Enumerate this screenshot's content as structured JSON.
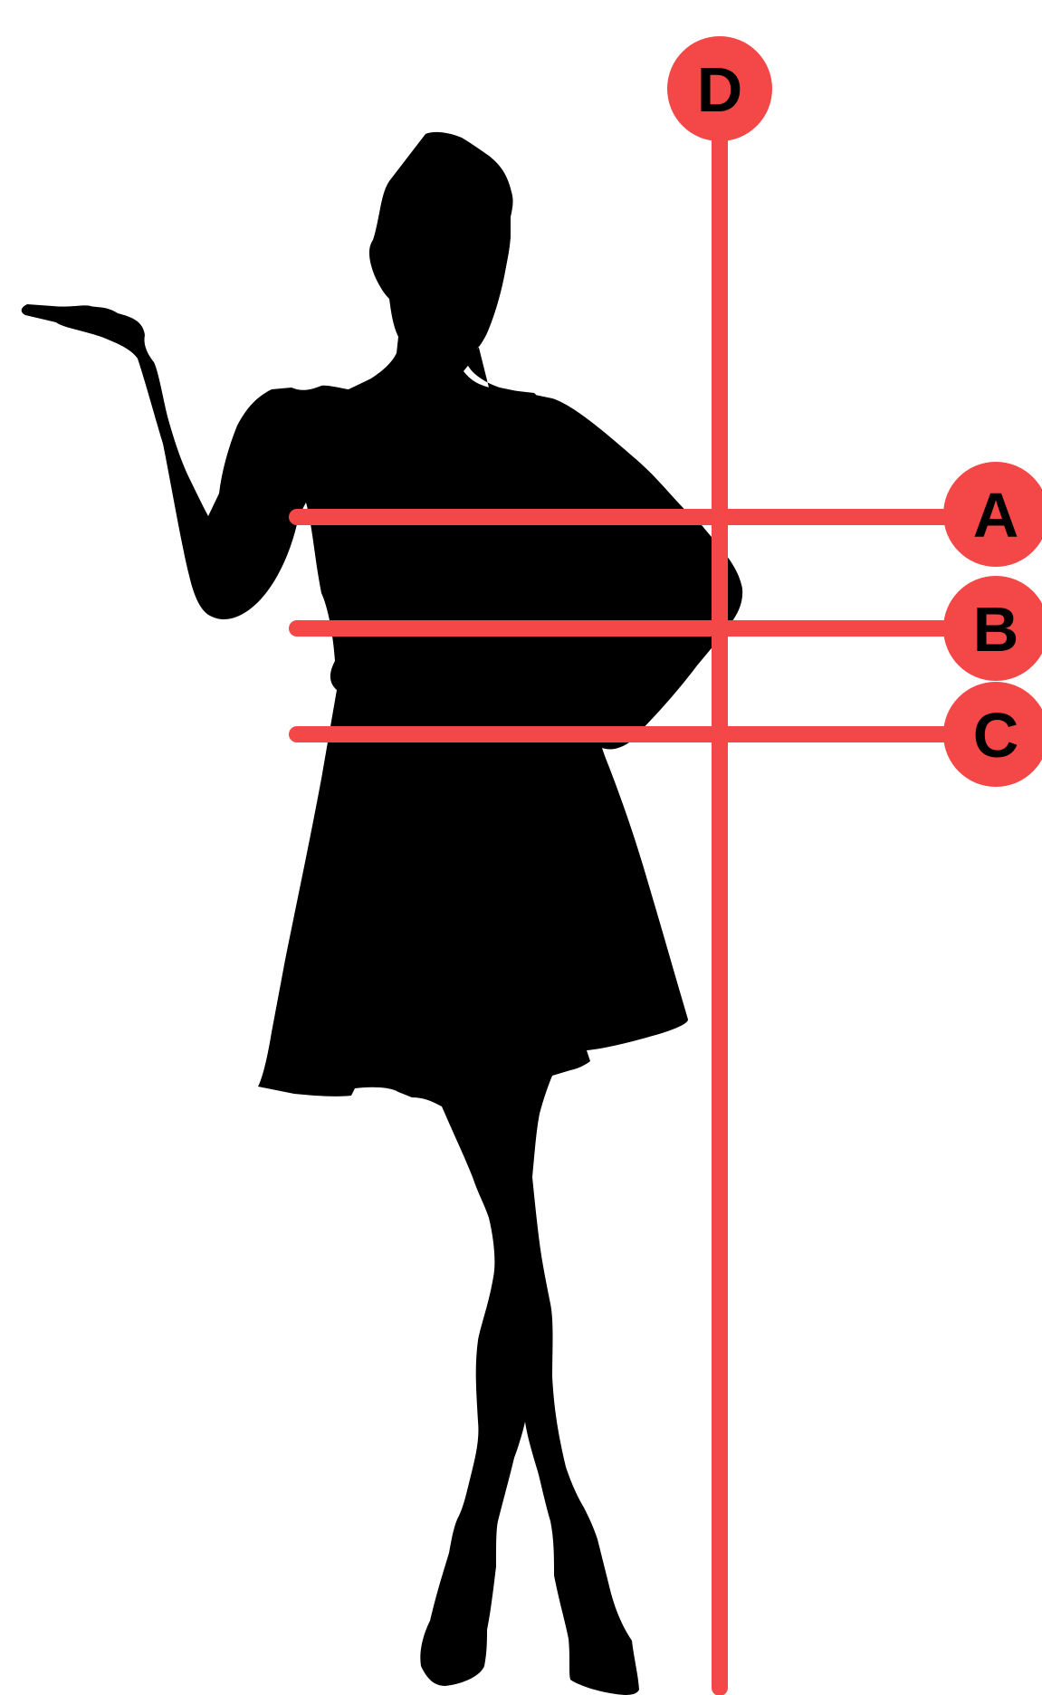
{
  "colors": {
    "guide_line": "#f44848",
    "marker_fill": "#f44848",
    "marker_text": "#000000",
    "silhouette": "#000000",
    "background": "#ffffff"
  },
  "figure": {
    "icon": "woman-silhouette-icon",
    "description_shown": false
  },
  "markers": {
    "a": {
      "letter": "A",
      "kind": "horizontal-measurement-line"
    },
    "b": {
      "letter": "B",
      "kind": "horizontal-measurement-line"
    },
    "c": {
      "letter": "C",
      "kind": "horizontal-measurement-line"
    },
    "d": {
      "letter": "D",
      "kind": "vertical-measurement-line"
    }
  }
}
